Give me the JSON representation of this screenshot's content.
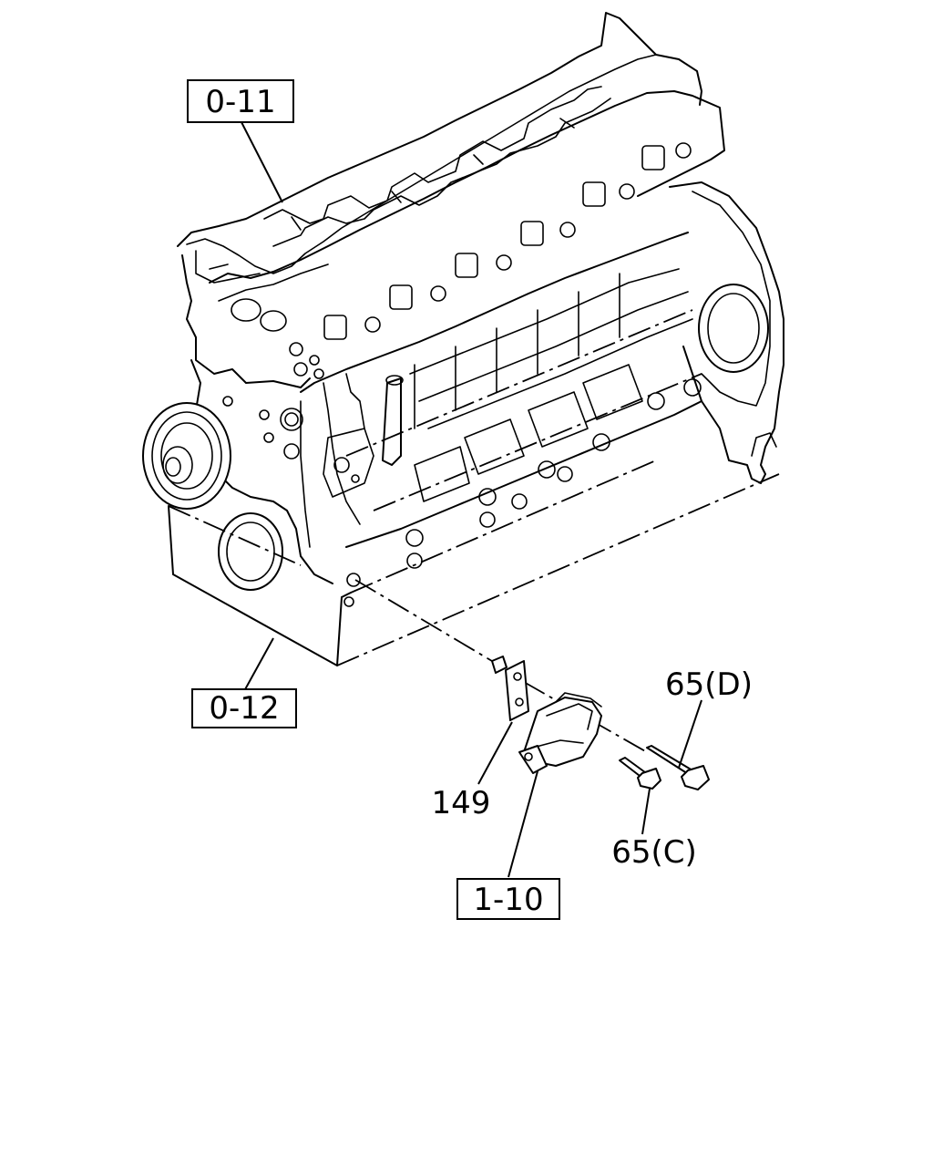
{
  "labels": {
    "ref_cylinder_head": "0-11",
    "ref_oil_pan": "0-12",
    "ref_engine_mounting": "1-10",
    "part_149": "149",
    "part_65d": "65(D)",
    "part_65c": "65(C)"
  }
}
